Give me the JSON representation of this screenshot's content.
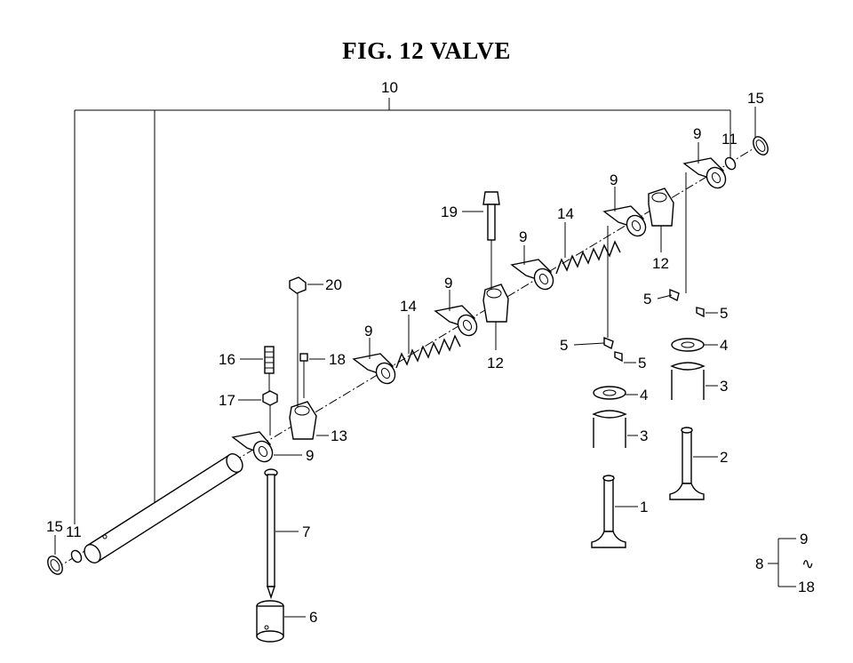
{
  "figure": {
    "title": "FIG. 12  VALVE"
  },
  "callouts": [
    {
      "id": "c10",
      "label": "10"
    },
    {
      "id": "c15r",
      "label": "15"
    },
    {
      "id": "c9a",
      "label": "9"
    },
    {
      "id": "c11r",
      "label": "11"
    },
    {
      "id": "c9b",
      "label": "9"
    },
    {
      "id": "c19",
      "label": "19"
    },
    {
      "id": "c14a",
      "label": "14"
    },
    {
      "id": "c9c",
      "label": "9"
    },
    {
      "id": "c12a",
      "label": "12"
    },
    {
      "id": "c20",
      "label": "20"
    },
    {
      "id": "c9d",
      "label": "9"
    },
    {
      "id": "c14b",
      "label": "14"
    },
    {
      "id": "c12b",
      "label": "12"
    },
    {
      "id": "c5a",
      "label": "5"
    },
    {
      "id": "c5b",
      "label": "5"
    },
    {
      "id": "c4a",
      "label": "4"
    },
    {
      "id": "c3a",
      "label": "3"
    },
    {
      "id": "c2",
      "label": "2"
    },
    {
      "id": "c9e",
      "label": "9"
    },
    {
      "id": "c16",
      "label": "16"
    },
    {
      "id": "c18",
      "label": "18"
    },
    {
      "id": "c5c",
      "label": "5"
    },
    {
      "id": "c5d",
      "label": "5"
    },
    {
      "id": "c4b",
      "label": "4"
    },
    {
      "id": "c17",
      "label": "17"
    },
    {
      "id": "c13",
      "label": "13"
    },
    {
      "id": "c3b",
      "label": "3"
    },
    {
      "id": "c9f",
      "label": "9"
    },
    {
      "id": "c1",
      "label": "1"
    },
    {
      "id": "c7",
      "label": "7"
    },
    {
      "id": "c15l",
      "label": "15"
    },
    {
      "id": "c11l",
      "label": "11"
    },
    {
      "id": "c6",
      "label": "6"
    }
  ],
  "assembly": {
    "label": "8",
    "from": "9",
    "range_symbol": "∿",
    "to": "18"
  }
}
